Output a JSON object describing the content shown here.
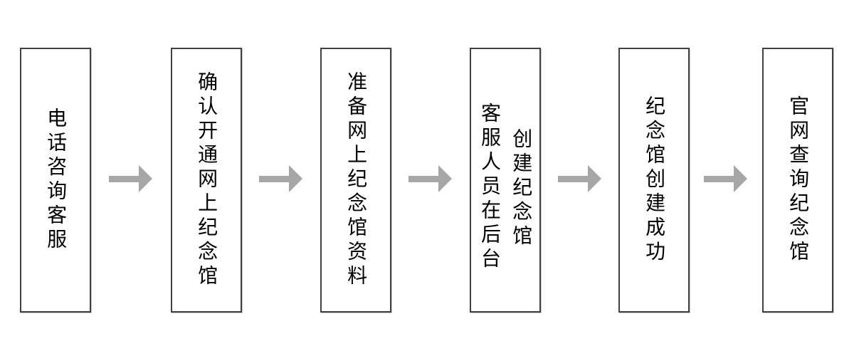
{
  "flow": {
    "steps": [
      {
        "label": "电话咨询客服"
      },
      {
        "label": "确认开通网上纪念馆"
      },
      {
        "label": "准备网上纪念馆资料"
      },
      {
        "label_left": "客服人员在后台",
        "label_right": "创建纪念馆"
      },
      {
        "label": "纪念馆创建成功"
      },
      {
        "label": "官网查询纪念馆"
      }
    ],
    "colors": {
      "background": "#ffffff",
      "box_border": "#404040",
      "text": "#000000",
      "arrow": "#a6a6a6"
    }
  }
}
